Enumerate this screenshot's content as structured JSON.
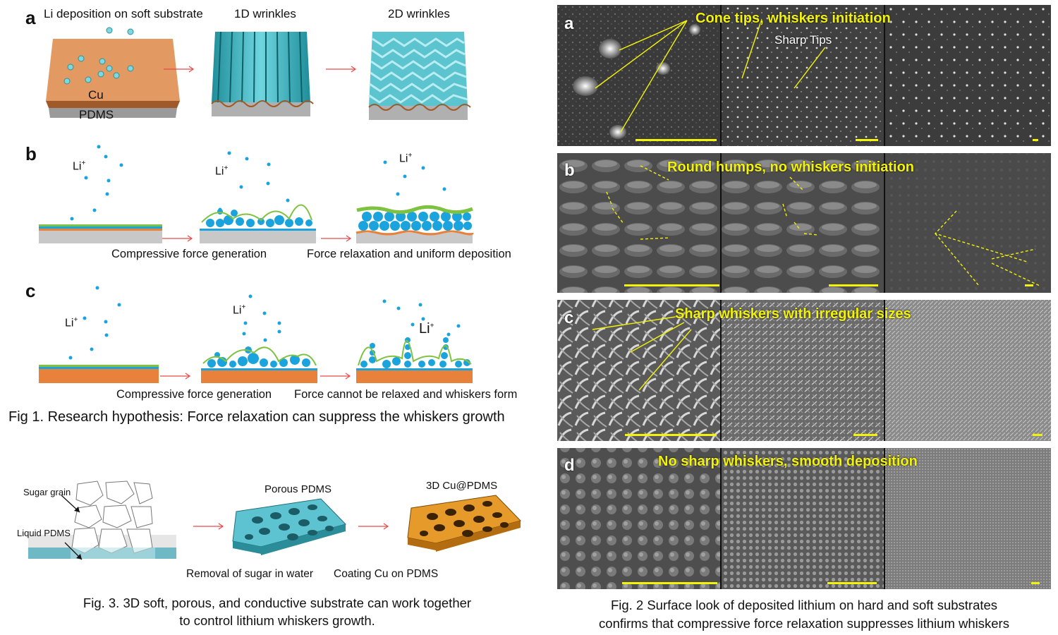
{
  "fig1": {
    "panel_a": {
      "letter": "a",
      "title_left": "Li deposition on soft substrate",
      "title_mid": "1D wrinkles",
      "title_right": "2D wrinkles",
      "cu": "Cu",
      "pdms": "PDMS"
    },
    "panel_b": {
      "letter": "b",
      "li1": "Li",
      "li2": "Li",
      "li3": "Li",
      "sup": "+",
      "cap_left": "Compressive force generation",
      "cap_right": "Force relaxation and uniform deposition"
    },
    "panel_c": {
      "letter": "c",
      "li1": "Li",
      "li2": "Li",
      "li3": "Li",
      "sup": "+",
      "cap_left": "Compressive force generation",
      "cap_right": "Force cannot be relaxed and whiskers form"
    },
    "caption": "Fig 1. Research hypothesis: Force relaxation can suppress the whiskers growth"
  },
  "fig3": {
    "sugar_grain": "Sugar grain",
    "liquid_pdms": "Liquid PDMS",
    "porous_pdms": "Porous PDMS",
    "cu_pdms": "3D Cu@PDMS",
    "removal": "Removal of sugar in water",
    "coating": "Coating Cu on PDMS",
    "caption_line1": "Fig. 3. 3D soft, porous, and conductive substrate can work together",
    "caption_line2": "to control lithium whiskers growth."
  },
  "fig2": {
    "rows": [
      {
        "letter": "a",
        "title": "Cone tips, whiskers initiation",
        "sub": "Sharp Tips"
      },
      {
        "letter": "b",
        "title": "Round humps, no whiskers initiation"
      },
      {
        "letter": "c",
        "title": "Sharp whiskers with irregular sizes"
      },
      {
        "letter": "d",
        "title": "No sharp whiskers, smooth deposition"
      }
    ],
    "caption_line1": "Fig. 2 Surface look of deposited lithium on hard and soft substrates",
    "caption_line2": "confirms that compressive force relaxation suppresses lithium whiskers"
  },
  "colors": {
    "cu_orange": "#e8813a",
    "li_blue": "#1aa3dc",
    "green_line": "#7fc241",
    "arrow_red": "#e84a4a",
    "sem_yellow": "#f2f20a",
    "wrinkle_teal": "#3ab5c4"
  }
}
